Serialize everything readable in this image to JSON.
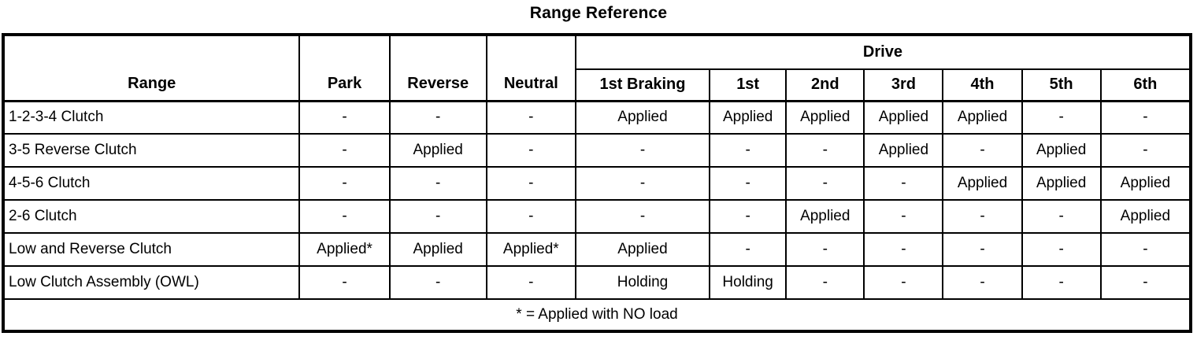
{
  "title": "Range Reference",
  "table": {
    "corner_header": "Range",
    "top_headers": [
      "Park",
      "Reverse",
      "Neutral"
    ],
    "drive_header": "Drive",
    "drive_subheaders": [
      "1st Braking",
      "1st",
      "2nd",
      "3rd",
      "4th",
      "5th",
      "6th"
    ],
    "rows": [
      {
        "label": "1-2-3-4 Clutch",
        "cells": [
          "-",
          "-",
          "-",
          "Applied",
          "Applied",
          "Applied",
          "Applied",
          "Applied",
          "-",
          "-"
        ]
      },
      {
        "label": "3-5 Reverse Clutch",
        "cells": [
          "-",
          "Applied",
          "-",
          "-",
          "-",
          "-",
          "Applied",
          "-",
          "Applied",
          "-"
        ]
      },
      {
        "label": "4-5-6 Clutch",
        "cells": [
          "-",
          "-",
          "-",
          "-",
          "-",
          "-",
          "-",
          "Applied",
          "Applied",
          "Applied"
        ]
      },
      {
        "label": "2-6 Clutch",
        "cells": [
          "-",
          "-",
          "-",
          "-",
          "-",
          "Applied",
          "-",
          "-",
          "-",
          "Applied"
        ]
      },
      {
        "label": "Low and Reverse Clutch",
        "cells": [
          "Applied*",
          "Applied",
          "Applied*",
          "Applied",
          "-",
          "-",
          "-",
          "-",
          "-",
          "-"
        ]
      },
      {
        "label": "Low Clutch Assembly (OWL)",
        "cells": [
          "-",
          "-",
          "-",
          "Holding",
          "Holding",
          "-",
          "-",
          "-",
          "-",
          "-"
        ]
      }
    ],
    "footnote": "* = Applied with NO load"
  },
  "colors": {
    "border": "#000000",
    "background": "#ffffff",
    "text": "#000000"
  }
}
